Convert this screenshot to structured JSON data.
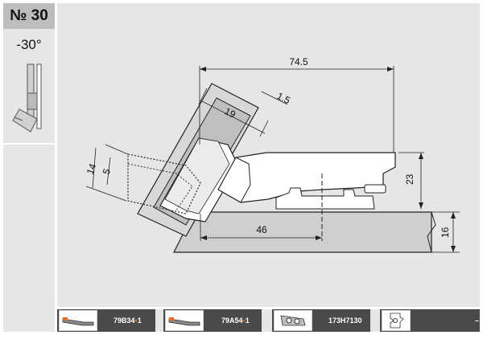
{
  "header": {
    "number": "№ 30"
  },
  "sidebar": {
    "angle": "-30°"
  },
  "diagram": {
    "dims": {
      "width_total": "74.5",
      "cup_offset": "19",
      "gap": "1.5",
      "overlay_outer": "14",
      "overlay_inner": "5",
      "arm_height": "23",
      "depth": "46",
      "panel_thickness": "16"
    }
  },
  "parts": [
    {
      "code_a": "79B34",
      "dot": "▪",
      "code_b": "1",
      "icon": "plate-icon"
    },
    {
      "code_a": "79A54",
      "dot": "▪",
      "code_b": "1",
      "icon": "plate-icon"
    },
    {
      "code_a": "173H7130",
      "dot": "",
      "code_b": "",
      "icon": "clip-icon"
    },
    {
      "code_a": "–",
      "dot": "",
      "code_b": "",
      "icon": "hinge-cup-icon"
    }
  ],
  "colors": {
    "panel": "#e6e6e6",
    "header": "#bdbdbd",
    "part_bar": "#4a4a4a",
    "accent": "#e07020"
  }
}
